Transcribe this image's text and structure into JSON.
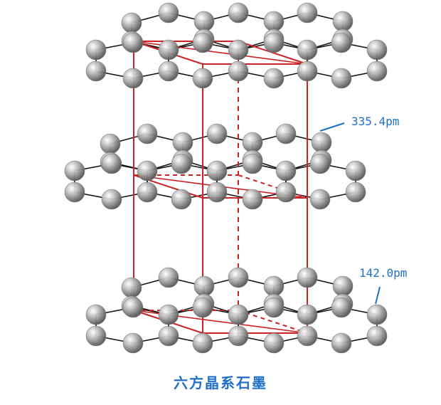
{
  "labels": {
    "interlayer_spacing": "335.4pm",
    "bond_length": "142.0pm"
  },
  "caption": "六方晶系石墨",
  "colors": {
    "bond": "#111111",
    "unit_cell": "#cc2222",
    "label": "#1f6fc4",
    "atom": "#9a9a9a"
  }
}
